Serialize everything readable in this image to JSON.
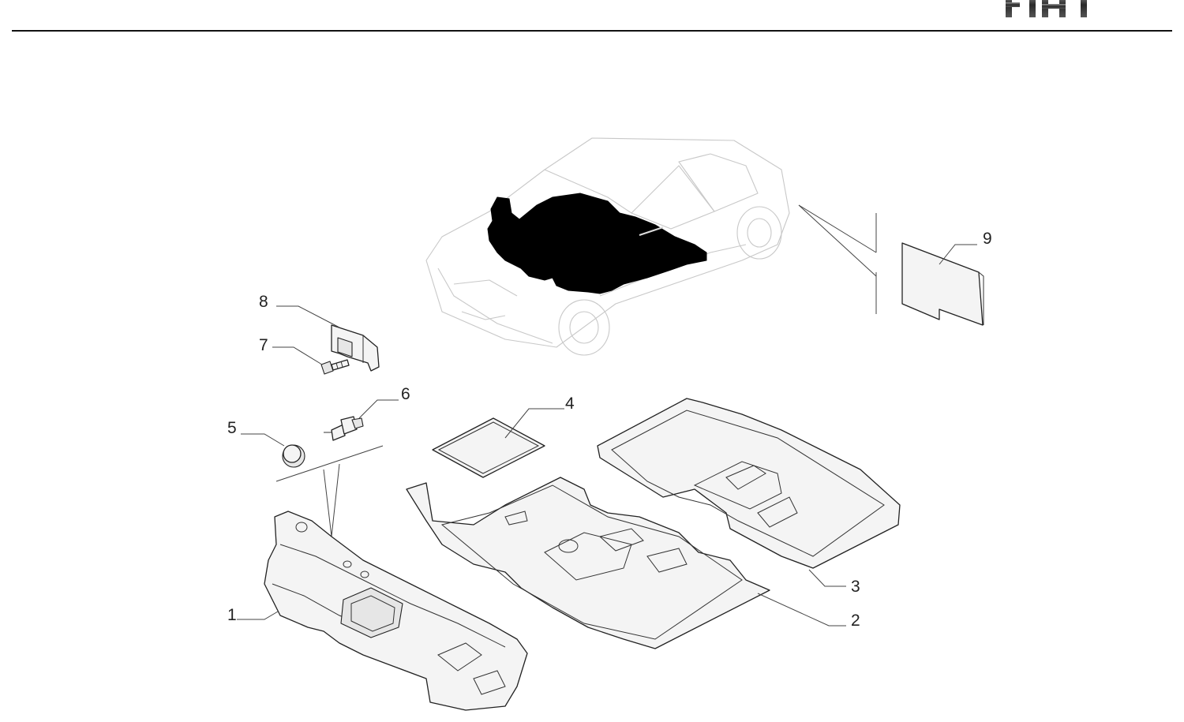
{
  "header": {
    "brand_logo_icon": "fiat-wordmark-logo",
    "brand_text": "FIAT"
  },
  "diagram": {
    "callouts": [
      {
        "number": "1",
        "part": "bulkhead-insulation-panel"
      },
      {
        "number": "2",
        "part": "front-floor-carpet"
      },
      {
        "number": "3",
        "part": "rear-floor-carpet"
      },
      {
        "number": "4",
        "part": "floor-mat-pad"
      },
      {
        "number": "5",
        "part": "grommet-cap"
      },
      {
        "number": "6",
        "part": "push-clip-fastener"
      },
      {
        "number": "7",
        "part": "bolt-screw"
      },
      {
        "number": "8",
        "part": "bracket-clip"
      },
      {
        "number": "9",
        "part": "sound-insulation-sheet"
      }
    ]
  }
}
